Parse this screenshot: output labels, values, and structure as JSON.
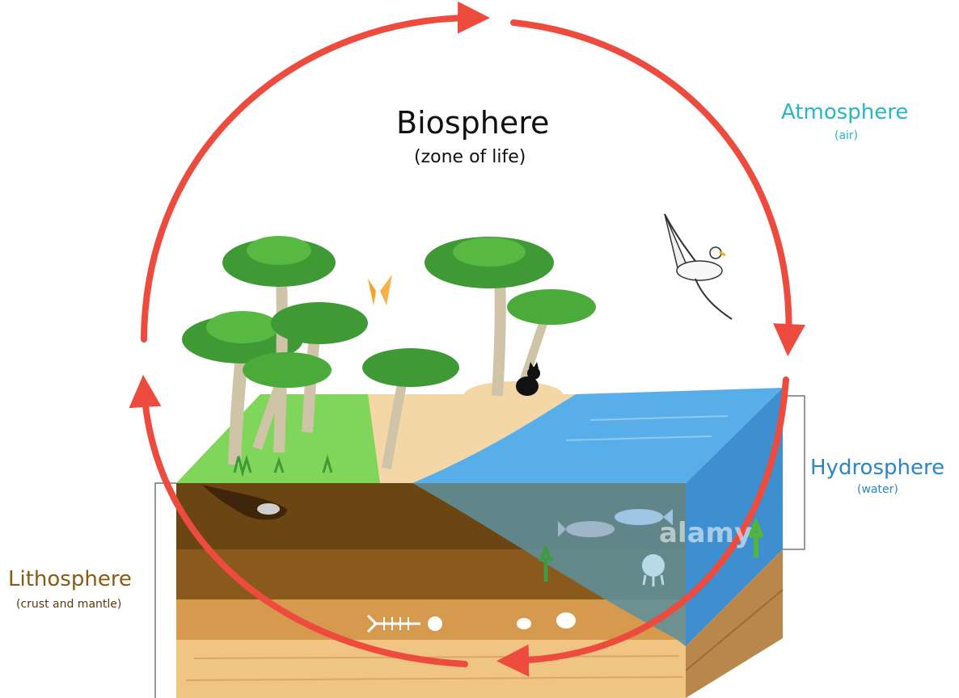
{
  "labels": {
    "biosphere": {
      "name": "Biosphere",
      "desc": "(zone of life)"
    },
    "atmosphere": {
      "name": "Atmosphere",
      "desc": "(air)"
    },
    "hydrosphere": {
      "name": "Hydrosphere",
      "desc": "(water)"
    },
    "lithosphere": {
      "name": "Lithosphere",
      "desc": "(crust and mantle)"
    }
  },
  "watermark": "alamy",
  "colors": {
    "cycle_arrow": "#ee4b3f",
    "atmosphere_text": "#27b6c9",
    "hydrosphere_text": "#2a86c4",
    "lithosphere_text": "#8a5a12",
    "grass": "#7fd65a",
    "sand": "#f3d7a6",
    "water": "#58aee8",
    "soil_dark": "#6b4512",
    "soil_mid": "#8a5a1c",
    "soil_light": "#d59a4e",
    "rock_base": "#f0c483"
  }
}
